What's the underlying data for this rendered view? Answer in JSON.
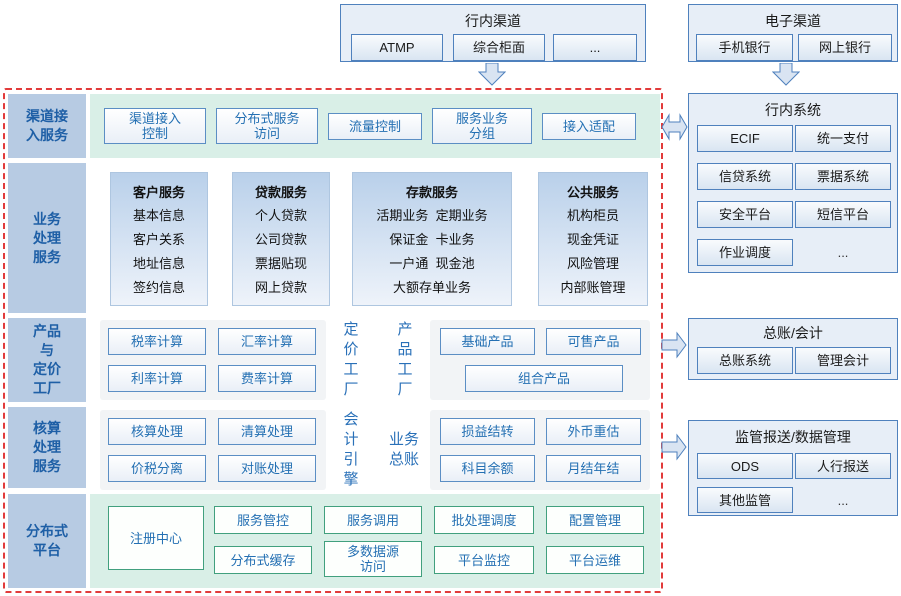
{
  "top": {
    "internal_channels": {
      "title": "行内渠道",
      "items": [
        "ATMP",
        "综合柜面",
        "..."
      ]
    },
    "electronic_channels": {
      "title": "电子渠道",
      "items": [
        "手机银行",
        "网上银行"
      ]
    }
  },
  "sidebar": {
    "channel_access": "渠道接\n入服务",
    "business": "业务\n处理\n服务",
    "pricing": "产品\n与\n定价\n工厂",
    "accounting": "核算\n处理\n服务",
    "platform": "分布式\n平台"
  },
  "channel_access": {
    "items": [
      "渠道接入\n控制",
      "分布式服务\n访问",
      "流量控制",
      "服务业务\n分组",
      "接入适配"
    ]
  },
  "business": {
    "columns": [
      {
        "title": "客户服务",
        "items": [
          "基本信息",
          "客户关系",
          "地址信息",
          "签约信息"
        ]
      },
      {
        "title": "贷款服务",
        "items": [
          "个人贷款",
          "公司贷款",
          "票据贴现",
          "网上贷款"
        ]
      },
      {
        "title": "存款服务",
        "items": [
          "活期业务  定期业务",
          "保证金  卡业务",
          "一户通  现金池",
          "大额存单业务"
        ]
      },
      {
        "title": "公共服务",
        "items": [
          "机构柜员",
          "现金凭证",
          "风险管理",
          "内部账管理"
        ]
      }
    ]
  },
  "pricing": {
    "calc_items": [
      "税率计算",
      "汇率计算",
      "利率计算",
      "费率计算"
    ],
    "pricing_factory": "定\n价\n工\n厂",
    "product_factory": "产\n品\n工\n厂",
    "product_items": [
      "基础产品",
      "可售产品"
    ],
    "combo_item": "组合产品"
  },
  "accounting": {
    "left_items": [
      "核算处理",
      "清算处理",
      "价税分离",
      "对账处理"
    ],
    "accounting_engine": "会\n计\n引\n擎",
    "business_ledger": "业务\n总账",
    "right_items": [
      "损益结转",
      "外币重估",
      "科目余额",
      "月结年结"
    ]
  },
  "platform": {
    "registry": "注册中心",
    "row1": [
      "服务管控",
      "服务调用",
      "批处理调度",
      "配置管理"
    ],
    "row2": [
      "分布式缓存",
      "多数据源\n访问",
      "平台监控",
      "平台运维"
    ]
  },
  "right": {
    "internal_systems": {
      "title": "行内系统",
      "items": [
        "ECIF",
        "统一支付",
        "信贷系统",
        "票据系统",
        "安全平台",
        "短信平台",
        "作业调度",
        "..."
      ]
    },
    "ledger": {
      "title": "总账/会计",
      "items": [
        "总账系统",
        "管理会计"
      ]
    },
    "regulatory": {
      "title": "监管报送/数据管理",
      "items": [
        "ODS",
        "人行报送",
        "其他监管",
        "..."
      ]
    }
  },
  "colors": {
    "accent_blue": "#4f81bd",
    "text_blue": "#2470b3",
    "sidebar_bg": "#b7cbe3",
    "mint_bg": "#d9efe7",
    "green_border": "#41a07e",
    "red_dashed": "#e23b3b"
  }
}
